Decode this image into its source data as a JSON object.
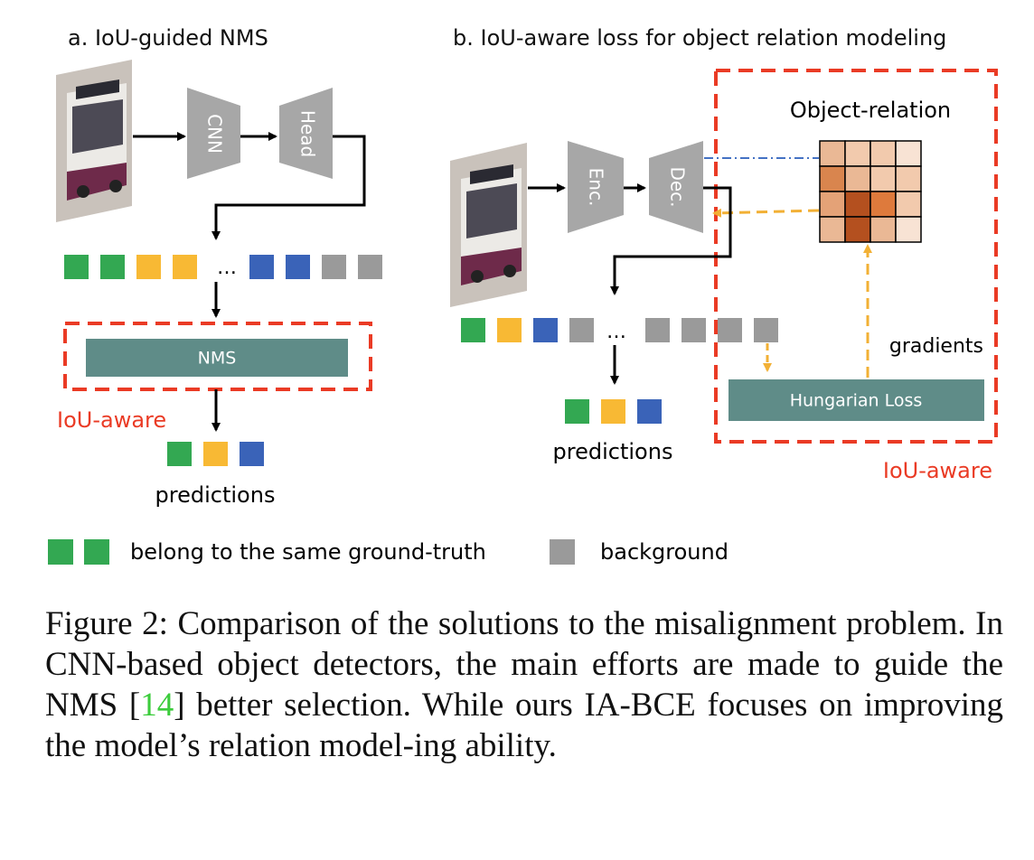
{
  "colors": {
    "green": "#33a852",
    "yellow": "#f8b934",
    "blue": "#3a63b8",
    "gray": "#9a9a9a",
    "teal": "#5f8c88",
    "red_dashed": "#ea3b25",
    "encoder_gray": "#a7a7a7",
    "blue_dash_dot": "#4472c4",
    "orange_dashed": "#f2b035"
  },
  "panel_a": {
    "title": "a. IoU-guided NMS",
    "cnn": "CNN",
    "head": "Head",
    "ellipsis": "…",
    "nms": "NMS",
    "iou_aware": "IoU-aware",
    "predictions": "predictions",
    "boxes_left": [
      "green",
      "green",
      "yellow",
      "yellow"
    ],
    "boxes_right": [
      "blue",
      "blue",
      "gray",
      "gray"
    ],
    "pred_boxes": [
      "green",
      "yellow",
      "blue"
    ]
  },
  "panel_b": {
    "title": "b. IoU-aware loss for object relation modeling",
    "enc": "Enc.",
    "dec": "Dec.",
    "object_relation": "Object-relation",
    "gradients": "gradients",
    "hungarian": "Hungarian Loss",
    "iou_aware": "IoU-aware",
    "ellipsis": "…",
    "predictions": "predictions",
    "boxes_left": [
      "green",
      "yellow",
      "blue",
      "gray"
    ],
    "boxes_right": [
      "gray",
      "gray",
      "gray",
      "gray"
    ],
    "pred_boxes": [
      "green",
      "yellow",
      "blue"
    ],
    "matrix": [
      [
        "#eab895",
        "#f2caad",
        "#f2caad",
        "#f8e3d4"
      ],
      [
        "#d9854e",
        "#eab895",
        "#f2caad",
        "#f2caad"
      ],
      [
        "#e4a277",
        "#b4501f",
        "#de7a3c",
        "#f2caad"
      ],
      [
        "#eab895",
        "#b4501f",
        "#eab895",
        "#f8e3d4"
      ]
    ]
  },
  "legend": {
    "same_gt": "belong to the same ground-truth",
    "background": "background"
  },
  "caption": {
    "text_before_ref": "Figure 2: Comparison of the solutions to the misalignment problem.  In CNN-based object detectors, the main efforts are made to guide the NMS [",
    "ref": "14",
    "text_after_ref": "] better selection. While ours IA-BCE focuses on improving the model’s relation model-ing ability."
  }
}
